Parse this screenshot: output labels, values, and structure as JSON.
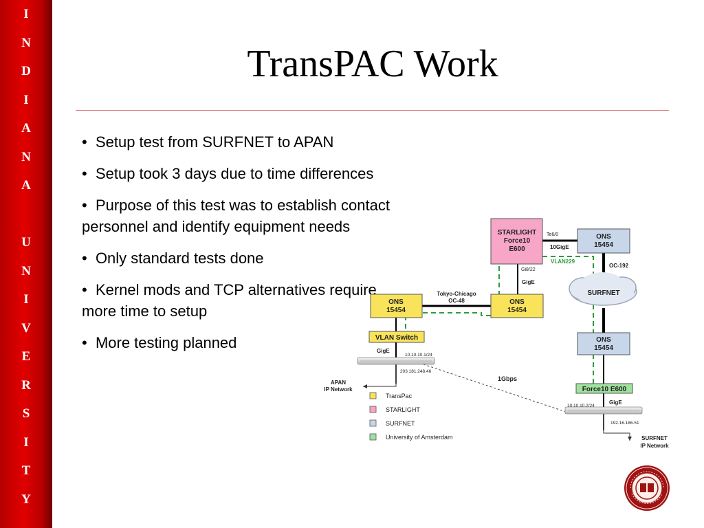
{
  "sidebar": {
    "letters": [
      "I",
      "N",
      "D",
      "I",
      "A",
      "N",
      "A",
      "",
      "U",
      "N",
      "I",
      "V",
      "E",
      "R",
      "S",
      "I",
      "T",
      "Y"
    ]
  },
  "title": "TransPAC Work",
  "bullets": [
    "Setup test from SURFNET to APAN",
    "Setup took 3 days due to time differences",
    "Purpose of this test was to establish contact personnel and identify equipment needs",
    "Only standard tests done",
    "Kernel mods and TCP alternatives require more time to setup",
    "More testing planned"
  ],
  "diagram": {
    "starlight_box": [
      "STARLIGHT",
      "Force10",
      "E600"
    ],
    "ons_surfnet": [
      "ONS",
      "15454"
    ],
    "ons_left": [
      "ONS",
      "15454"
    ],
    "ons_mid": [
      "ONS",
      "15454"
    ],
    "ons_bottom_right": [
      "ONS",
      "15454"
    ],
    "vlan_switch": "VLAN Switch",
    "force10_uva": "Force10 E600",
    "surfnet_cloud": "SURFNET",
    "labels": {
      "te": "Te6/0",
      "tengige": "10GigE",
      "vlan229": "VLAN229",
      "oc192": "OC-192",
      "gi": "Gi8/22",
      "gige_top": "GigE",
      "tokyo_chicago": "Tokyo-Chicago",
      "oc48": "OC-48",
      "gige_left": "GigE",
      "ip_left": "10.10.10.1/24",
      "ip_left2": "203.181.248.46",
      "apan1": "APAN",
      "apan2": "IP Network",
      "onegbps": "1Gbps",
      "ip_right": "10.10.10.2/24",
      "gige_right": "GigE",
      "ip_right2": "192.16.186.51",
      "surfnet_ip1": "SURFNET",
      "surfnet_ip2": "IP Network"
    },
    "legend": [
      {
        "label": "TransPac",
        "color": "#f9e35a"
      },
      {
        "label": "STARLIGHT",
        "color": "#f7a6c8"
      },
      {
        "label": "SURFNET",
        "color": "#c8d6ea"
      },
      {
        "label": "University of Amsterdam",
        "color": "#9fe29f"
      }
    ]
  },
  "colors": {
    "band": "#d40000",
    "yellow": "#f9e35a",
    "pink": "#f7a6c8",
    "blue": "#c8d6ea",
    "green": "#9fe29f",
    "dash": "#2e9a3c"
  },
  "seal": {
    "icon": "university-seal-icon"
  }
}
